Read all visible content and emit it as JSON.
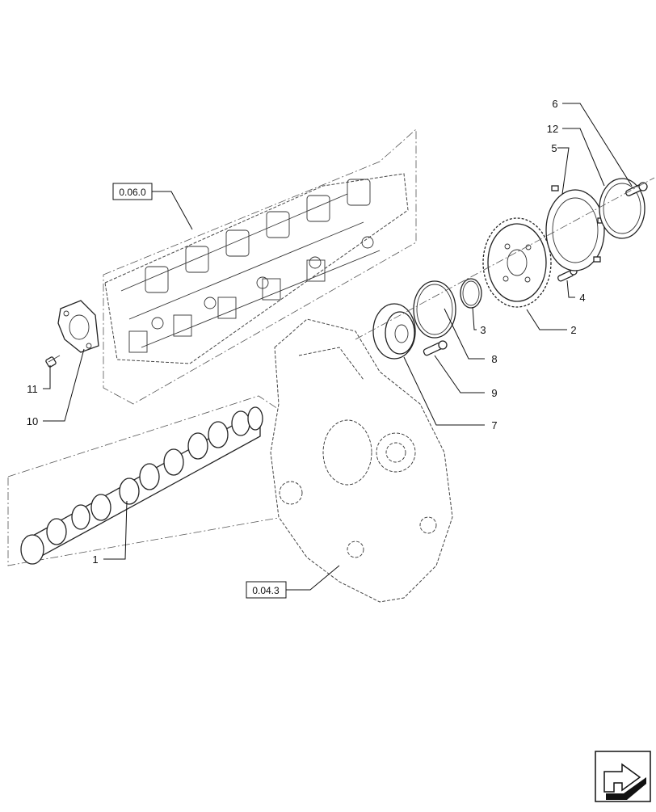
{
  "callouts": {
    "c1": "1",
    "c2": "2",
    "c3": "3",
    "c4": "4",
    "c5": "5",
    "c6": "6",
    "c7": "7",
    "c8": "8",
    "c9": "9",
    "c10": "10",
    "c11": "11",
    "c12": "12"
  },
  "references": {
    "cylinder_head": "0.06.0",
    "timing_cover": "0.04.3"
  },
  "icons": {
    "navigation": "arrow-return-icon"
  }
}
